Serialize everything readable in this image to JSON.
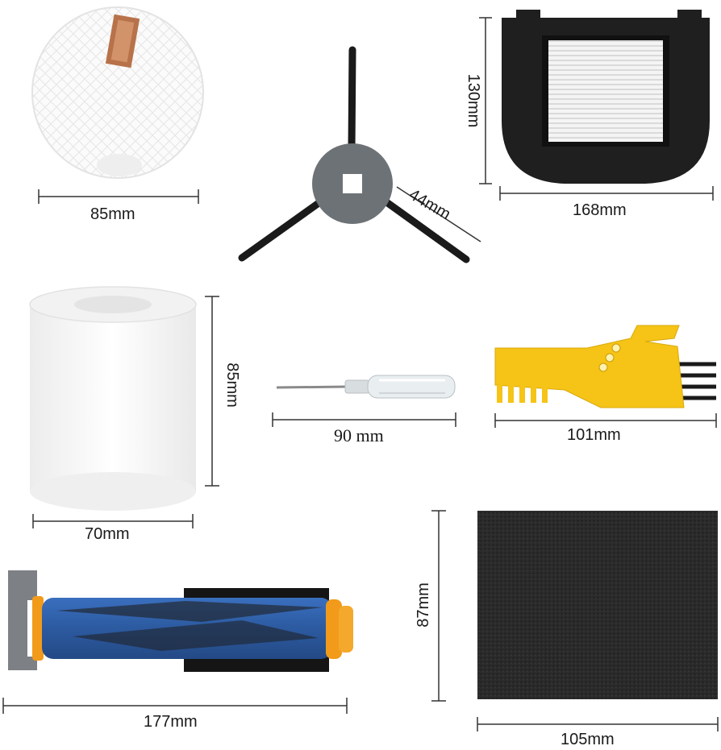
{
  "dimensions": {
    "round_filter": "85mm",
    "side_brush": "44mm",
    "hepa_filter": "130mm",
    "hepa_frame_width": "168mm",
    "foam_cylinder_height": "85mm",
    "foam_cylinder_width": "70mm",
    "screwdriver": "90 mm",
    "cleaning_tool": "101mm",
    "roller_brush": "177mm",
    "sponge_height": "87mm",
    "sponge_width": "105mm"
  },
  "colors": {
    "roller_blue": "#2f5fa8",
    "roller_orange": "#f29a1a",
    "tool_yellow": "#f5c416",
    "frame_black": "#1f1f1f",
    "brush_gray": "#6d7277"
  }
}
